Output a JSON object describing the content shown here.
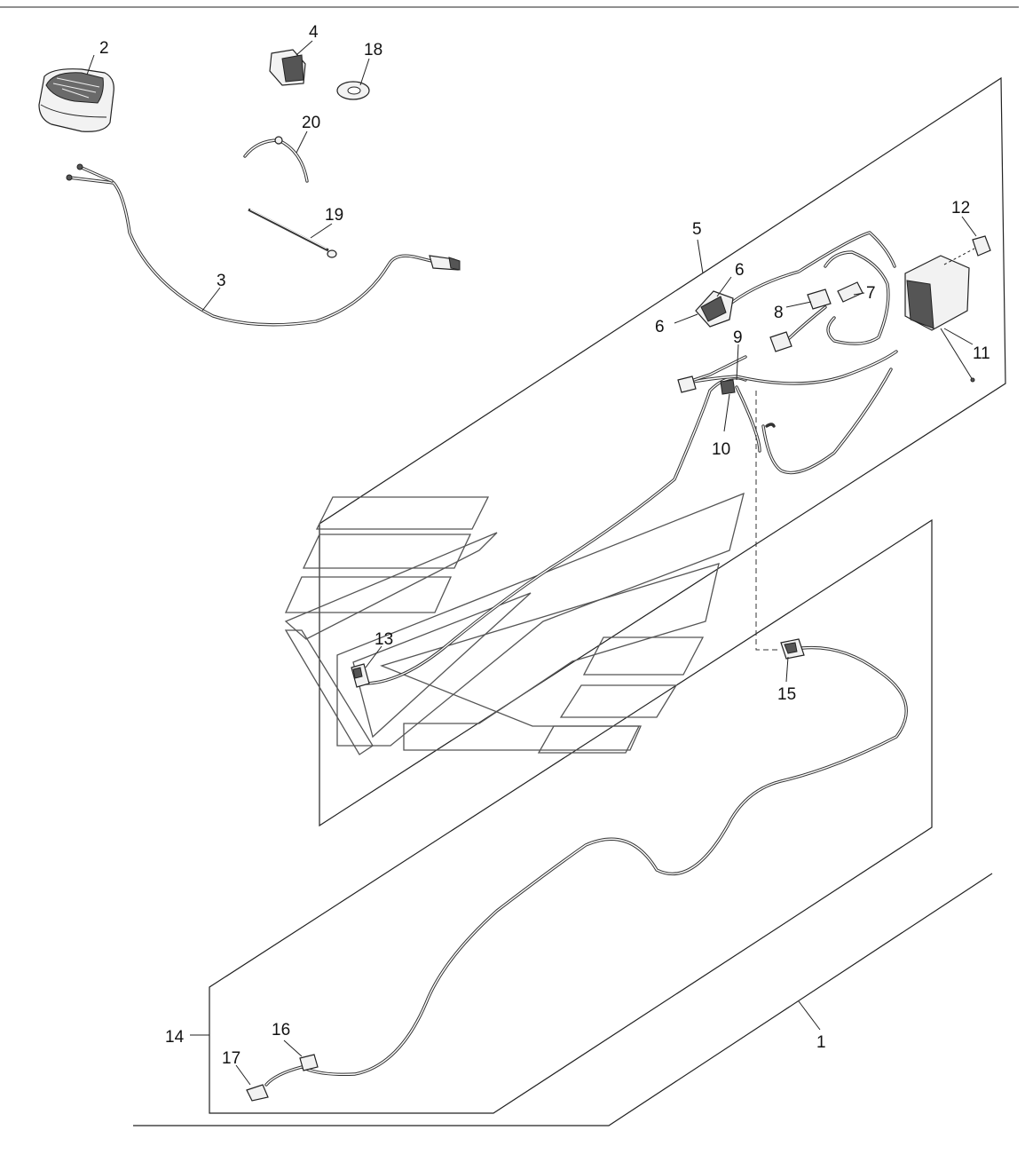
{
  "diagram": {
    "callouts": [
      "1",
      "2",
      "3",
      "4",
      "5",
      "6",
      "6",
      "7",
      "8",
      "9",
      "10",
      "11",
      "12",
      "13",
      "14",
      "15",
      "16",
      "17",
      "18",
      "19",
      "20"
    ]
  }
}
